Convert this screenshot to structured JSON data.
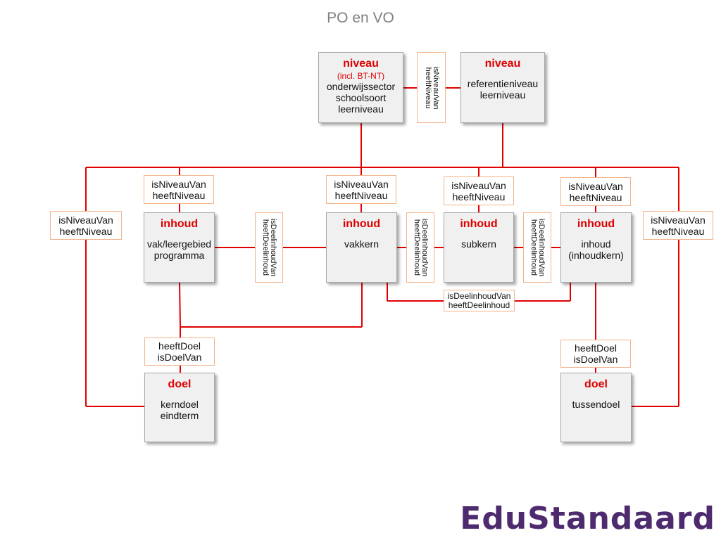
{
  "title": "PO en VO",
  "colors": {
    "line": "#e00000",
    "label_border": "#f3b38a",
    "logo": "#4e2a6e",
    "head": "#e00000"
  },
  "boxes": {
    "niveau_left": {
      "head": "niveau",
      "sub": "(incl. BT-NT)",
      "lines": [
        "onderwijssector",
        "schoolsoort",
        "leerniveau"
      ]
    },
    "niveau_right": {
      "head": "niveau",
      "lines": [
        "referentieniveau",
        "leerniveau"
      ]
    },
    "inhoud_vak": {
      "head": "inhoud",
      "lines": [
        "vak/leergebied",
        "programma"
      ]
    },
    "inhoud_vakkern": {
      "head": "inhoud",
      "lines": [
        "vakkern"
      ]
    },
    "inhoud_subkern": {
      "head": "inhoud",
      "lines": [
        "subkern"
      ]
    },
    "inhoud_inhoudkern": {
      "head": "inhoud",
      "lines": [
        "inhoud",
        "(inhoudkern)"
      ]
    },
    "doel_kerndoel": {
      "head": "doel",
      "lines": [
        "kerndoel",
        "eindterm"
      ]
    },
    "doel_tussendoel": {
      "head": "doel",
      "lines": [
        "tussendoel"
      ]
    }
  },
  "relations": {
    "niveau": [
      "isNiveauVan",
      "heeftNiveau"
    ],
    "deelinhoud": [
      "isDeelinhoudVan",
      "heeftDeelinhoud"
    ],
    "doel": [
      "heeftDoel",
      "isDoelVan"
    ]
  },
  "logo": "EduStandaard"
}
